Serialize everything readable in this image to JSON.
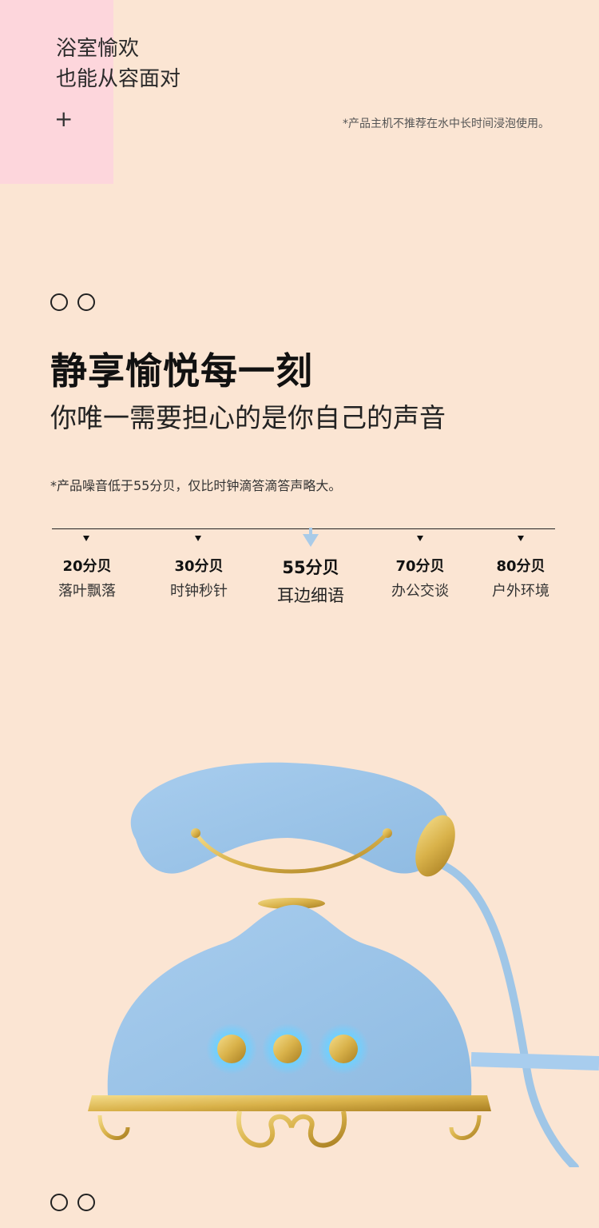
{
  "top": {
    "title_line1": "浴室愉欢",
    "title_line2": "也能从容面对",
    "plus_symbol": "+",
    "note": "*产品主机不推荐在水中长时间浸泡使用。"
  },
  "section": {
    "heading": "静享愉悦每一刻",
    "subheading": "你唯一需要担心的是你自己的声音",
    "note": "*产品噪音低于55分贝，仅比时钟滴答滴答声略大。"
  },
  "levels": [
    {
      "db": "20分贝",
      "desc": "落叶飘落"
    },
    {
      "db": "30分贝",
      "desc": "时钟秒针"
    },
    {
      "db": "55分贝",
      "desc": "耳边细语"
    },
    {
      "db": "70分贝",
      "desc": "办公交谈"
    },
    {
      "db": "80分贝",
      "desc": "户外环境"
    }
  ],
  "highlighted_level_index": 2,
  "colors": {
    "background": "#fbe5d3",
    "pink_block": "#fdd6dc",
    "accent_blue": "#a9cbe8",
    "product_blue": "#9fc6e7",
    "gold": "#d9b24a"
  },
  "icons": [
    "circle-outline-icon",
    "arrow-down-icon",
    "power-button-icon"
  ]
}
